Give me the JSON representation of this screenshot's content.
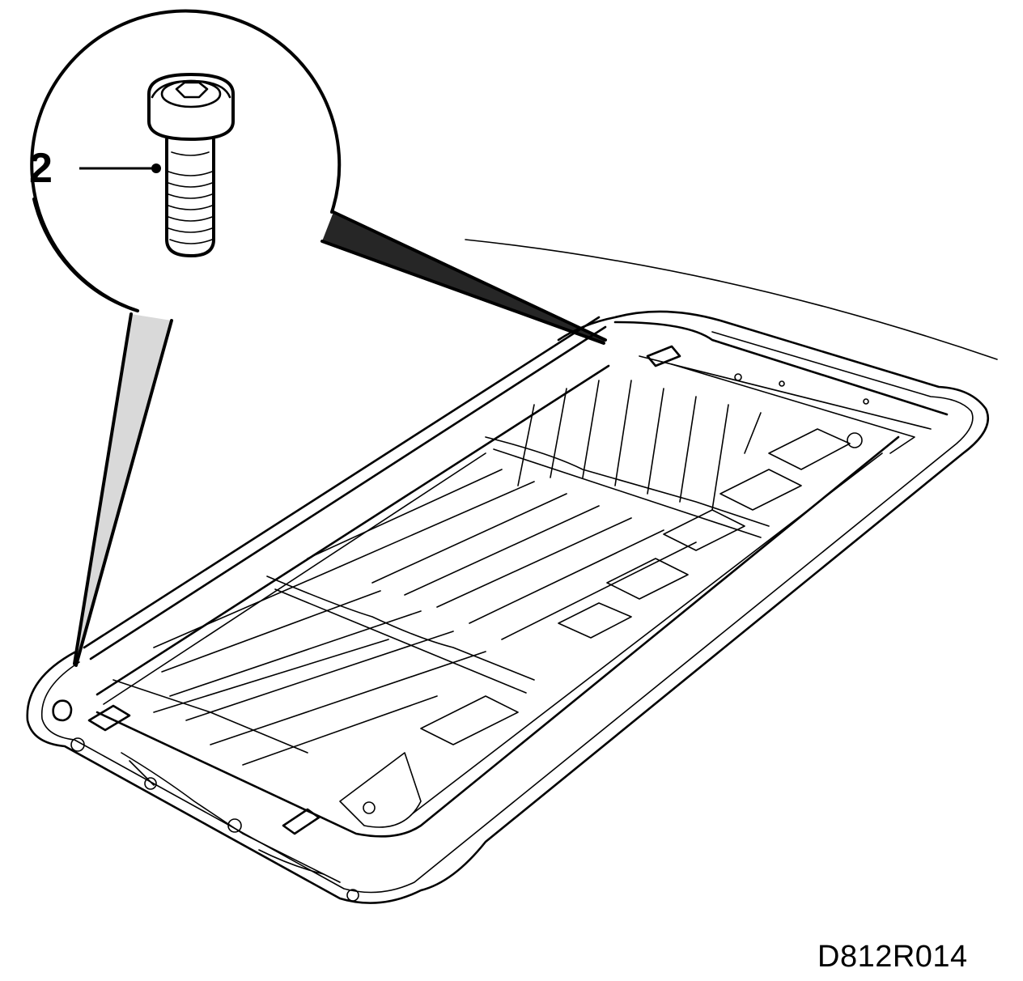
{
  "callout": {
    "number": "2"
  },
  "figure": {
    "id": "D812R014"
  },
  "parts": [
    {
      "ref": "2",
      "icon": "hex-socket-screw-icon"
    },
    {
      "icon": "sunroof-frame-icon"
    },
    {
      "icon": "roof-panel-icon"
    }
  ],
  "colors": {
    "line": "#000000",
    "background": "#ffffff"
  }
}
